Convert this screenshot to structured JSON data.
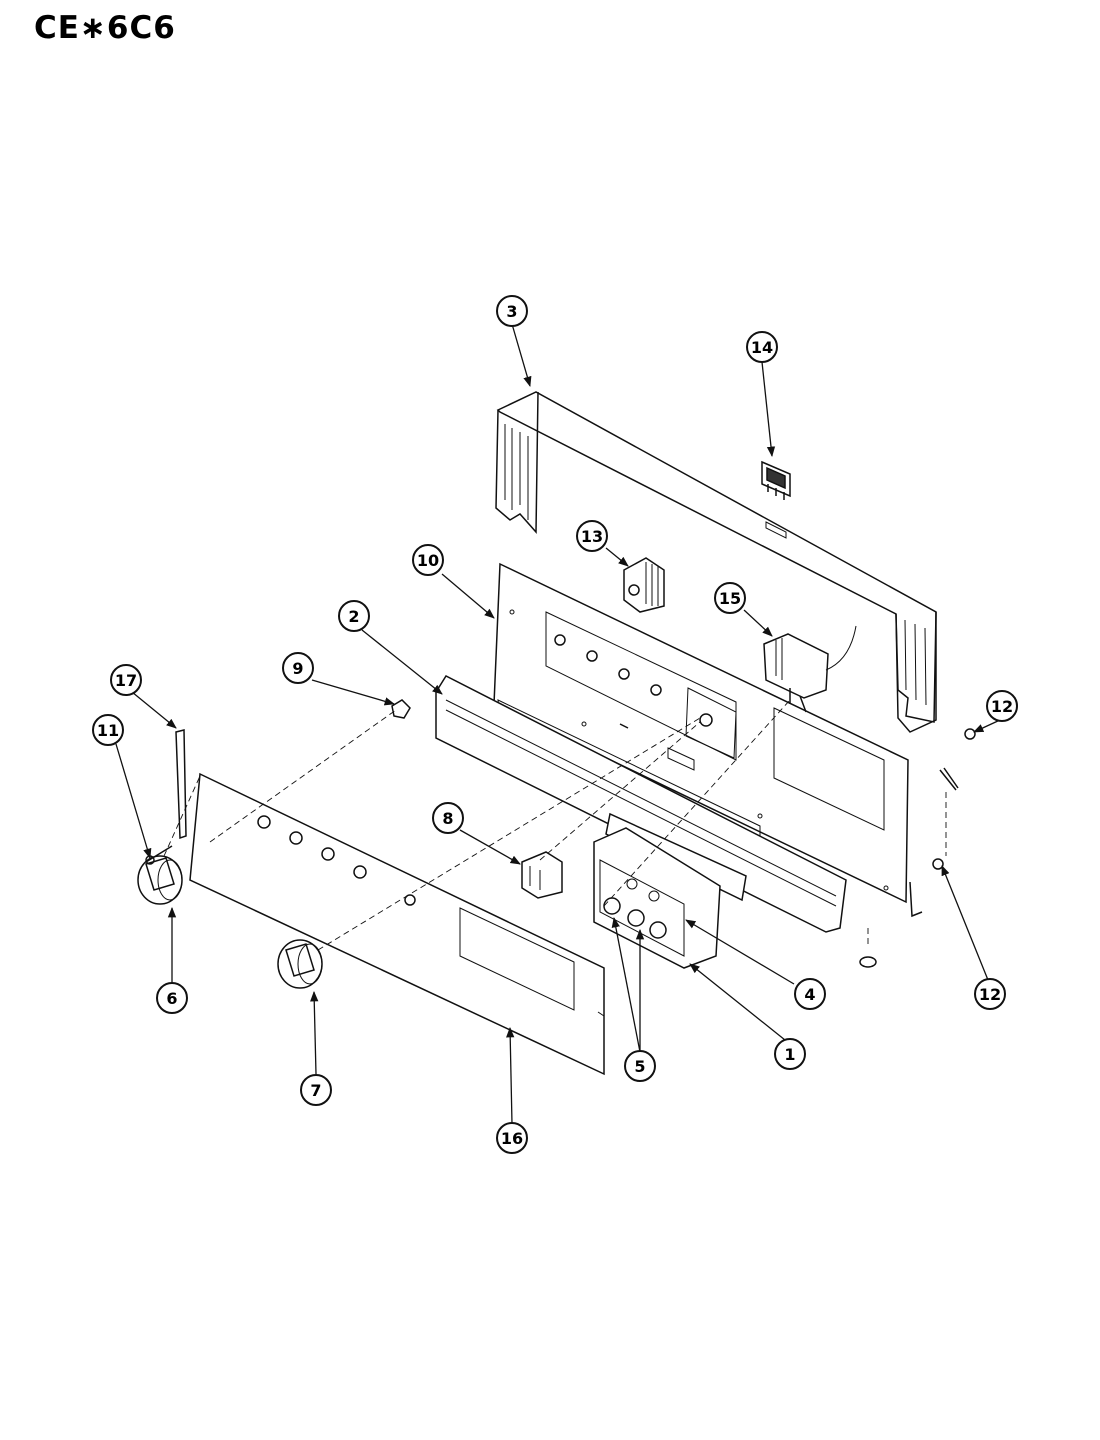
{
  "header": {
    "model": "CE∗6C6"
  },
  "callouts": {
    "c1": "1",
    "c2": "2",
    "c3": "3",
    "c4": "4",
    "c5": "5",
    "c6": "6",
    "c7": "7",
    "c8": "8",
    "c9": "9",
    "c10": "10",
    "c11": "11",
    "c12a": "12",
    "c12b": "12",
    "c13": "13",
    "c14": "14",
    "c15": "15",
    "c16": "16",
    "c17": "17"
  }
}
